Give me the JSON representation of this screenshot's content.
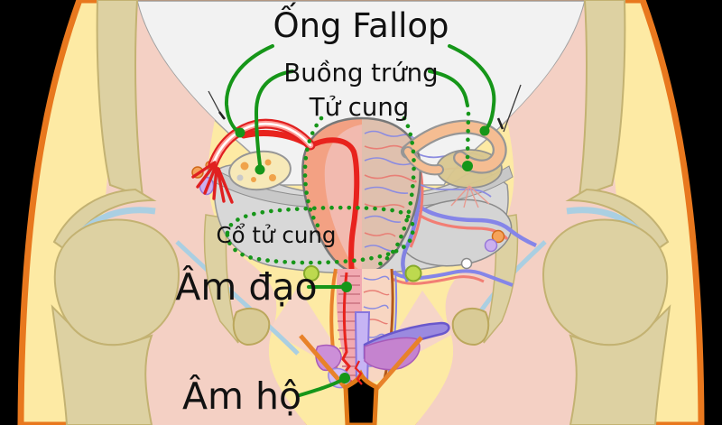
{
  "diagram": {
    "type": "anatomical-diagram",
    "subject": "female-reproductive-system-frontal-cutaway",
    "language": "vi",
    "labels": {
      "fallopian_tube": "Ống Fallop",
      "ovary": "Buồng trứng",
      "uterus": "Tử cung",
      "cervix": "Cổ tử cung",
      "vagina": "Âm đạo",
      "vulva": "Âm hộ"
    },
    "colors": {
      "annotation_green": "#169619",
      "background_black": "#000000",
      "cutaway_gray": "#f2f2f2",
      "skin_outline_orange": "#e8781e",
      "fat_yellow": "#fdeaa4",
      "muscle_pink": "#f4d0c4",
      "bone_tan": "#ddd1a2",
      "cartilage_blue": "#aacfe2",
      "uterus_interior_salmon": "#f3a183",
      "uterus_exterior": "#dfc0ae",
      "endometrium_red": "#e8231d",
      "ligament_gray": "#d8d8d8",
      "muscle_purple": "#9b8ae0",
      "lymph_node_green": "#bdd94f"
    }
  }
}
